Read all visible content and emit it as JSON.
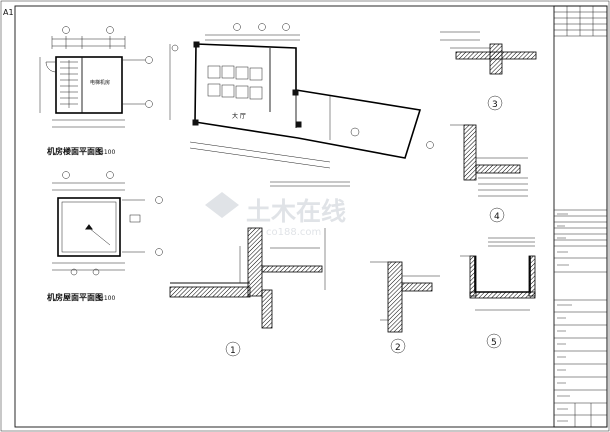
{
  "sheet": {
    "size_label": "A1",
    "watermark": {
      "logo_text": "土木在线",
      "site": "co188.com"
    }
  },
  "views": {
    "machine_room_floor_plan": {
      "title": "机房楼面平面图",
      "scale": "1:100",
      "room_label": "电梯机房"
    },
    "machine_room_roof_plan": {
      "title": "机房屋面平面图",
      "scale": "1:100"
    },
    "main_plan": {
      "room_label": "大 厅",
      "note": "—"
    },
    "details": [
      {
        "id": "1",
        "label": "1"
      },
      {
        "id": "2",
        "label": "2"
      },
      {
        "id": "3",
        "label": "3"
      },
      {
        "id": "4",
        "label": "4"
      },
      {
        "id": "5",
        "label": "5"
      }
    ]
  },
  "title_block": {
    "rows": [
      "",
      "",
      "",
      "",
      "",
      "",
      ""
    ],
    "design_institute": "",
    "project": "",
    "drawing_title": "",
    "drawing_no": "",
    "approved": "",
    "checked": "",
    "designed": "",
    "drawn": "",
    "date": ""
  },
  "colors": {
    "ink": "#111111",
    "paper": "#ffffff",
    "watermark": "#d9dde3"
  }
}
